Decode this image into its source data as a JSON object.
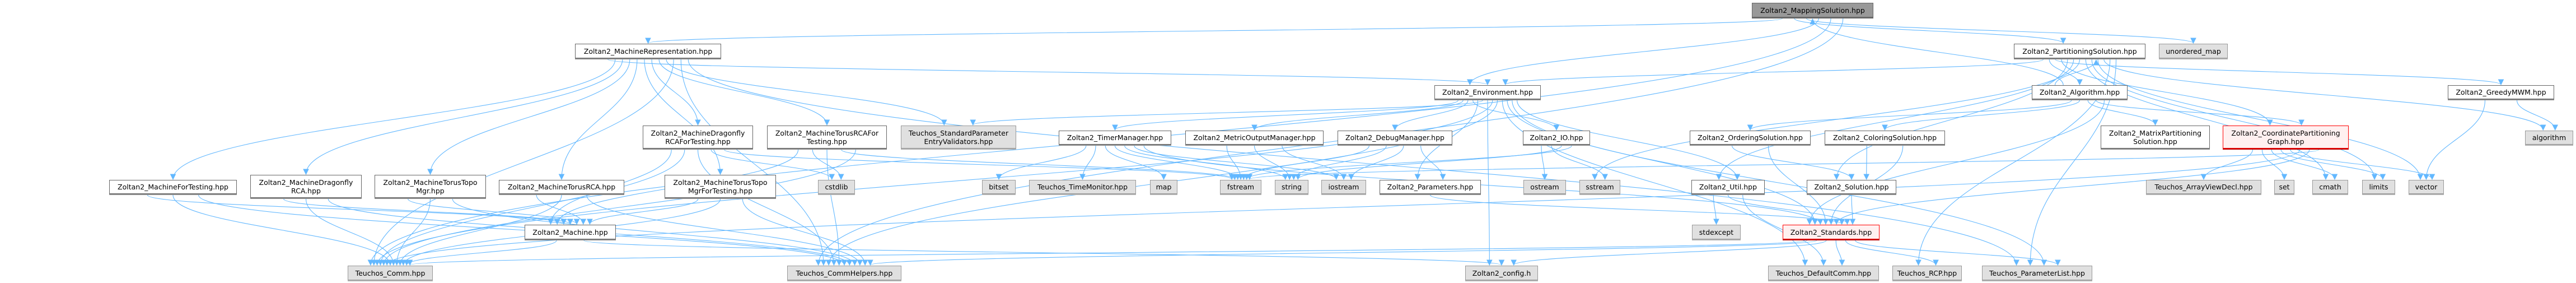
{
  "title": "Zoltan2_MappingSolution.hpp include dependency graph",
  "colors": {
    "edge": "#63b8ff",
    "root_fill": "#999999",
    "external_fill": "#e0e0e0",
    "warning_border": "#ff0000",
    "warning_fill": "#fff0f0"
  },
  "nodes": [
    {
      "id": "mapsol",
      "label": "Zoltan2_MappingSolution.hpp",
      "kind": "root"
    },
    {
      "id": "machrep",
      "label": "Zoltan2_MachineRepresentation.hpp",
      "kind": "file"
    },
    {
      "id": "partsol",
      "label": "Zoltan2_PartitioningSolution.hpp",
      "kind": "file"
    },
    {
      "id": "umap",
      "label": "unordered_map",
      "kind": "ext"
    },
    {
      "id": "env",
      "label": "Zoltan2_Environment.hpp",
      "kind": "file"
    },
    {
      "id": "algo",
      "label": "Zoltan2_Algorithm.hpp",
      "kind": "file"
    },
    {
      "id": "greedy",
      "label": "Zoltan2_GreedyMWM.hpp",
      "kind": "file"
    },
    {
      "id": "dfrcaft",
      "label": "Zoltan2_MachineDragonfly\nRCAForTesting.hpp",
      "kind": "file"
    },
    {
      "id": "torusrcaft",
      "label": "Zoltan2_MachineTorusRCAFor\nTesting.hpp",
      "kind": "file"
    },
    {
      "id": "stdparam",
      "label": "Teuchos_StandardParameter\nEntryValidators.hpp",
      "kind": "ext"
    },
    {
      "id": "timer",
      "label": "Zoltan2_TimerManager.hpp",
      "kind": "file"
    },
    {
      "id": "metric",
      "label": "Zoltan2_MetricOutputManager.hpp",
      "kind": "file"
    },
    {
      "id": "debug",
      "label": "Zoltan2_DebugManager.hpp",
      "kind": "file"
    },
    {
      "id": "io",
      "label": "Zoltan2_IO.hpp",
      "kind": "file"
    },
    {
      "id": "ordsol",
      "label": "Zoltan2_OrderingSolution.hpp",
      "kind": "file"
    },
    {
      "id": "colsol",
      "label": "Zoltan2_ColoringSolution.hpp",
      "kind": "file"
    },
    {
      "id": "matpart",
      "label": "Zoltan2_MatrixPartitioning\nSolution.hpp",
      "kind": "file"
    },
    {
      "id": "coordgraph",
      "label": "Zoltan2_CoordinatePartitioning\nGraph.hpp",
      "kind": "red"
    },
    {
      "id": "algorithm",
      "label": "algorithm",
      "kind": "ext"
    },
    {
      "id": "machft",
      "label": "Zoltan2_MachineForTesting.hpp",
      "kind": "file"
    },
    {
      "id": "dfrca",
      "label": "Zoltan2_MachineDragonfly\nRCA.hpp",
      "kind": "file"
    },
    {
      "id": "tmgr",
      "label": "Zoltan2_MachineTorusTopo\nMgr.hpp",
      "kind": "file"
    },
    {
      "id": "torusrca",
      "label": "Zoltan2_MachineTorusRCA.hpp",
      "kind": "file"
    },
    {
      "id": "tmgrft",
      "label": "Zoltan2_MachineTorusTopo\nMgrForTesting.hpp",
      "kind": "file"
    },
    {
      "id": "cstdlib",
      "label": "cstdlib",
      "kind": "ext"
    },
    {
      "id": "bitset",
      "label": "bitset",
      "kind": "ext"
    },
    {
      "id": "timemon",
      "label": "Teuchos_TimeMonitor.hpp",
      "kind": "ext"
    },
    {
      "id": "map",
      "label": "map",
      "kind": "ext"
    },
    {
      "id": "fstream",
      "label": "fstream",
      "kind": "ext"
    },
    {
      "id": "string",
      "label": "string",
      "kind": "ext"
    },
    {
      "id": "iostream",
      "label": "iostream",
      "kind": "ext"
    },
    {
      "id": "params",
      "label": "Zoltan2_Parameters.hpp",
      "kind": "file"
    },
    {
      "id": "ostream",
      "label": "ostream",
      "kind": "ext"
    },
    {
      "id": "sstream",
      "label": "sstream",
      "kind": "ext"
    },
    {
      "id": "util",
      "label": "Zoltan2_Util.hpp",
      "kind": "file"
    },
    {
      "id": "solution",
      "label": "Zoltan2_Solution.hpp",
      "kind": "file"
    },
    {
      "id": "arrayview",
      "label": "Teuchos_ArrayViewDecl.hpp",
      "kind": "ext"
    },
    {
      "id": "set",
      "label": "set",
      "kind": "ext"
    },
    {
      "id": "cmath",
      "label": "cmath",
      "kind": "ext"
    },
    {
      "id": "limits",
      "label": "limits",
      "kind": "ext"
    },
    {
      "id": "vector",
      "label": "vector",
      "kind": "ext"
    },
    {
      "id": "machine",
      "label": "Zoltan2_Machine.hpp",
      "kind": "file"
    },
    {
      "id": "stdexcept",
      "label": "stdexcept",
      "kind": "ext"
    },
    {
      "id": "standards",
      "label": "Zoltan2_Standards.hpp",
      "kind": "red"
    },
    {
      "id": "tcomm",
      "label": "Teuchos_Comm.hpp",
      "kind": "ext"
    },
    {
      "id": "commhelpers",
      "label": "Teuchos_CommHelpers.hpp",
      "kind": "ext"
    },
    {
      "id": "config",
      "label": "Zoltan2_config.h",
      "kind": "ext"
    },
    {
      "id": "defcomm",
      "label": "Teuchos_DefaultComm.hpp",
      "kind": "ext"
    },
    {
      "id": "rcp",
      "label": "Teuchos_RCP.hpp",
      "kind": "ext"
    },
    {
      "id": "plist",
      "label": "Teuchos_ParameterList.hpp",
      "kind": "ext"
    }
  ],
  "edges": [
    [
      "mapsol",
      "machrep"
    ],
    [
      "mapsol",
      "partsol"
    ],
    [
      "mapsol",
      "umap"
    ],
    [
      "mapsol",
      "env"
    ],
    [
      "mapsol",
      "tcomm"
    ],
    [
      "mapsol",
      "commhelpers"
    ],
    [
      "machrep",
      "env"
    ],
    [
      "machrep",
      "machft"
    ],
    [
      "machrep",
      "dfrca"
    ],
    [
      "machrep",
      "tmgr"
    ],
    [
      "machrep",
      "torusrca"
    ],
    [
      "machrep",
      "tmgrft"
    ],
    [
      "machrep",
      "dfrcaft"
    ],
    [
      "machrep",
      "torusrcaft"
    ],
    [
      "machrep",
      "stdparam"
    ],
    [
      "machrep",
      "tcomm"
    ],
    [
      "machrep",
      "commhelpers"
    ],
    [
      "machrep",
      "plist"
    ],
    [
      "partsol",
      "env"
    ],
    [
      "partsol",
      "algo"
    ],
    [
      "partsol",
      "greedy"
    ],
    [
      "partsol",
      "coordgraph"
    ],
    [
      "partsol",
      "solution"
    ],
    [
      "partsol",
      "util"
    ],
    [
      "partsol",
      "sstream"
    ],
    [
      "partsol",
      "cmath"
    ],
    [
      "partsol",
      "limits"
    ],
    [
      "partsol",
      "vector"
    ],
    [
      "partsol",
      "algorithm"
    ],
    [
      "partsol",
      "rcp"
    ],
    [
      "partsol",
      "plist"
    ],
    [
      "algo",
      "partsol"
    ],
    [
      "algo",
      "mapsol"
    ],
    [
      "algo",
      "ordsol"
    ],
    [
      "algo",
      "colsol"
    ],
    [
      "algo",
      "matpart"
    ],
    [
      "algo",
      "coordgraph"
    ],
    [
      "algo",
      "standards"
    ],
    [
      "greedy",
      "vector"
    ],
    [
      "greedy",
      "algorithm"
    ],
    [
      "env",
      "timer"
    ],
    [
      "env",
      "metric"
    ],
    [
      "env",
      "debug"
    ],
    [
      "env",
      "io"
    ],
    [
      "env",
      "params"
    ],
    [
      "env",
      "stdparam"
    ],
    [
      "env",
      "config"
    ],
    [
      "env",
      "tcomm"
    ],
    [
      "env",
      "commhelpers"
    ],
    [
      "env",
      "defcomm"
    ],
    [
      "env",
      "standards"
    ],
    [
      "env",
      "plist"
    ],
    [
      "env",
      "util"
    ],
    [
      "dfrcaft",
      "machine"
    ],
    [
      "dfrcaft",
      "tcomm"
    ],
    [
      "dfrcaft",
      "commhelpers"
    ],
    [
      "dfrcaft",
      "cstdlib"
    ],
    [
      "dfrcaft",
      "fstream"
    ],
    [
      "torusrcaft",
      "machine"
    ],
    [
      "torusrcaft",
      "cstdlib"
    ],
    [
      "torusrcaft",
      "commhelpers"
    ],
    [
      "torusrcaft",
      "fstream"
    ],
    [
      "torusrcaft",
      "tcomm"
    ],
    [
      "timer",
      "bitset"
    ],
    [
      "timer",
      "timemon"
    ],
    [
      "timer",
      "map"
    ],
    [
      "timer",
      "fstream"
    ],
    [
      "timer",
      "string"
    ],
    [
      "timer",
      "iostream"
    ],
    [
      "timer",
      "standards"
    ],
    [
      "metric",
      "fstream"
    ],
    [
      "metric",
      "string"
    ],
    [
      "metric",
      "iostream"
    ],
    [
      "debug",
      "fstream"
    ],
    [
      "debug",
      "string"
    ],
    [
      "debug",
      "iostream"
    ],
    [
      "debug",
      "params"
    ],
    [
      "io",
      "ostream"
    ],
    [
      "io",
      "sstream"
    ],
    [
      "io",
      "string"
    ],
    [
      "io",
      "fstream"
    ],
    [
      "ordsol",
      "solution"
    ],
    [
      "ordsol",
      "standards"
    ],
    [
      "colsol",
      "solution"
    ],
    [
      "colsol",
      "standards"
    ],
    [
      "coordgraph",
      "arrayview"
    ],
    [
      "coordgraph",
      "set"
    ],
    [
      "coordgraph",
      "cmath"
    ],
    [
      "coordgraph",
      "limits"
    ],
    [
      "coordgraph",
      "vector"
    ],
    [
      "coordgraph",
      "tcomm"
    ],
    [
      "coordgraph",
      "standards"
    ],
    [
      "coordgraph",
      "fstream"
    ],
    [
      "machft",
      "machine"
    ],
    [
      "machft",
      "tcomm"
    ],
    [
      "machft",
      "commhelpers"
    ],
    [
      "dfrca",
      "machine"
    ],
    [
      "dfrca",
      "tcomm"
    ],
    [
      "dfrca",
      "commhelpers"
    ],
    [
      "tmgr",
      "machine"
    ],
    [
      "tmgr",
      "tcomm"
    ],
    [
      "tmgr",
      "commhelpers"
    ],
    [
      "torusrca",
      "machine"
    ],
    [
      "torusrca",
      "tcomm"
    ],
    [
      "torusrca",
      "commhelpers"
    ],
    [
      "tmgrft",
      "machine"
    ],
    [
      "tmgrft",
      "tcomm"
    ],
    [
      "tmgrft",
      "commhelpers"
    ],
    [
      "params",
      "standards"
    ],
    [
      "util",
      "stdexcept"
    ],
    [
      "util",
      "standards"
    ],
    [
      "util",
      "defcomm"
    ],
    [
      "solution",
      "standards"
    ],
    [
      "machine",
      "tcomm"
    ],
    [
      "machine",
      "config"
    ],
    [
      "standards",
      "tcomm"
    ],
    [
      "standards",
      "commhelpers"
    ],
    [
      "standards",
      "config"
    ],
    [
      "standards",
      "defcomm"
    ],
    [
      "standards",
      "rcp"
    ],
    [
      "standards",
      "plist"
    ]
  ]
}
